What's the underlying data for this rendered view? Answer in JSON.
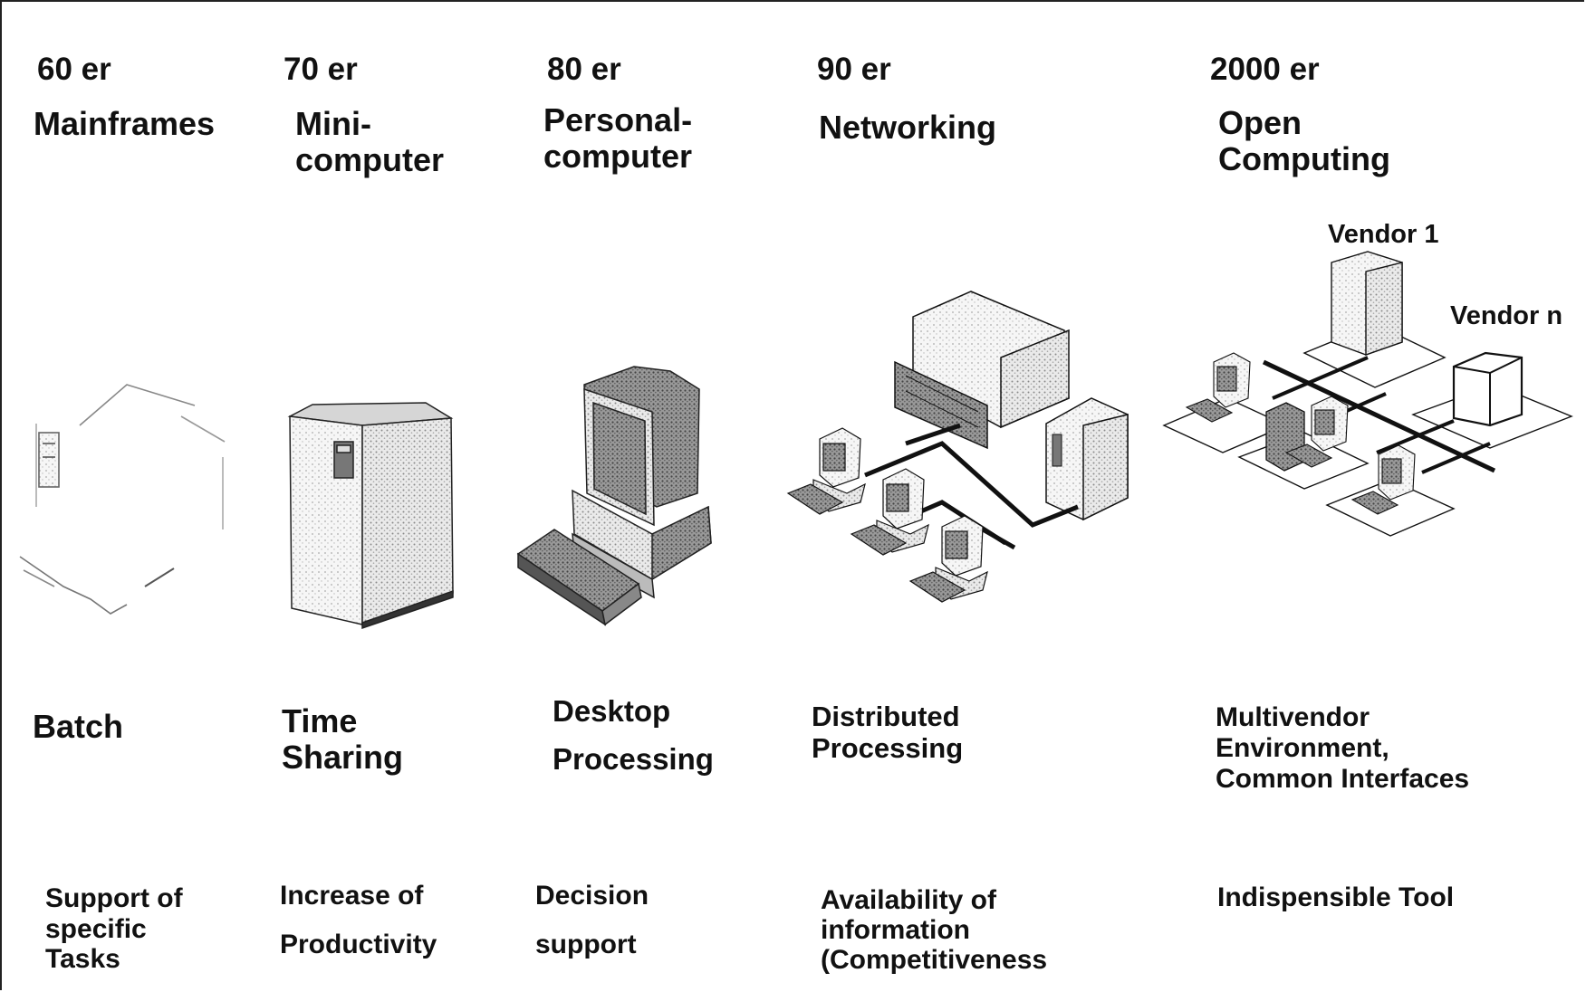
{
  "columns": [
    {
      "era": "60 er",
      "name": "Mainframes",
      "processing": "Batch",
      "benefit": "Support of\nspecific\nTasks",
      "illustration": "mainframe-icon"
    },
    {
      "era": "70 er",
      "name": "Mini-\ncomputer",
      "processing": "Time\nSharing",
      "benefit": "Increase of\n\nProductivity",
      "illustration": "minicomputer-icon"
    },
    {
      "era": "80 er",
      "name": "Personal-\ncomputer",
      "processing": "Desktop\n\nProcessing",
      "benefit": "Decision\n\nsupport",
      "illustration": "personal-computer-icon"
    },
    {
      "era": "90 er",
      "name": "Networking",
      "processing": "Distributed\nProcessing",
      "benefit": "Availability of\ninformation\n(Competitiveness",
      "illustration": "network-icon"
    },
    {
      "era": "2000 er",
      "name": "Open\nComputing",
      "processing": "Multivendor\nEnvironment,\nCommon Interfaces",
      "benefit": "Indispensible Tool",
      "illustration": "open-computing-icon"
    }
  ],
  "vendors": {
    "first": "Vendor 1",
    "last": "Vendor n"
  },
  "colors": {
    "line": "#111111",
    "fill_light": "#f2f2f2",
    "fill_mid": "#c8c8c8",
    "fill_dark": "#6d6d6d"
  }
}
